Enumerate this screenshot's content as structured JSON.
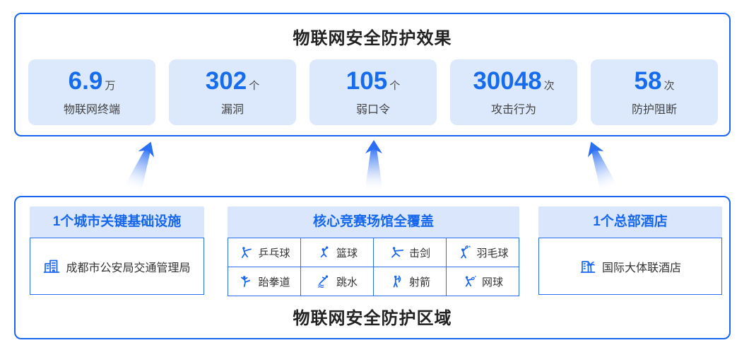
{
  "colors": {
    "accent_blue": "#1a66f0",
    "stat_number_blue": "#176ced",
    "panel_border_blue": "#1a66f0",
    "light_blue_bg": "#dce8fb",
    "header_band_bg": "#d9e6fb",
    "dark_text": "#222222",
    "body_text": "#333333"
  },
  "top": {
    "title": "物联网安全防护效果",
    "stats": [
      {
        "value": "6.9",
        "unit": "万",
        "label": "物联网终端"
      },
      {
        "value": "302",
        "unit": "个",
        "label": "漏洞"
      },
      {
        "value": "105",
        "unit": "个",
        "label": "弱口令"
      },
      {
        "value": "30048",
        "unit": "次",
        "label": "攻击行为"
      },
      {
        "value": "58",
        "unit": "次",
        "label": "防护阻断"
      }
    ]
  },
  "bottom": {
    "title": "物联网安全防护区域",
    "infrastructure": {
      "header": "1个城市关键基础设施",
      "item": {
        "icon": "government-building-icon",
        "label": "成都市公安局交通管理局"
      }
    },
    "venues": {
      "header": "核心竞赛场馆全覆盖",
      "items": [
        {
          "icon": "table-tennis-icon",
          "label": "乒乓球"
        },
        {
          "icon": "basketball-icon",
          "label": "篮球"
        },
        {
          "icon": "fencing-icon",
          "label": "击剑"
        },
        {
          "icon": "badminton-icon",
          "label": "羽毛球"
        },
        {
          "icon": "taekwondo-icon",
          "label": "跆拳道"
        },
        {
          "icon": "diving-icon",
          "label": "跳水"
        },
        {
          "icon": "archery-icon",
          "label": "射箭"
        },
        {
          "icon": "tennis-icon",
          "label": "网球"
        }
      ]
    },
    "hotel": {
      "header": "1个总部酒店",
      "item": {
        "icon": "hotel-icon",
        "label": "国际大体联酒店"
      }
    }
  }
}
